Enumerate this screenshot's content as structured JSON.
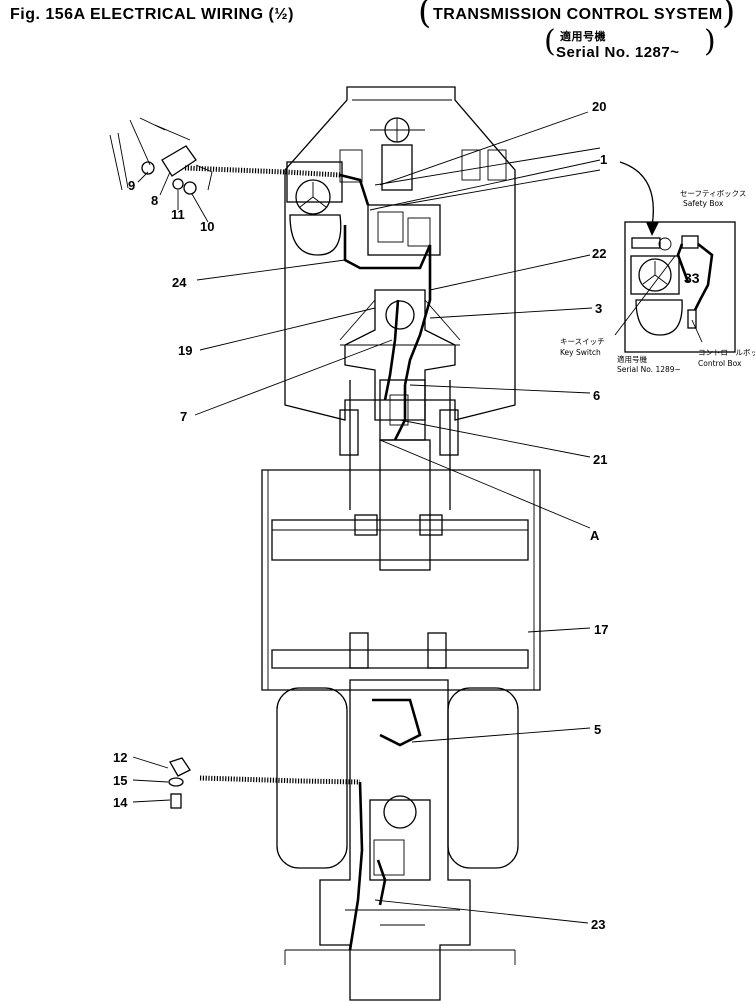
{
  "header": {
    "figure_title": "Fig. 156A  ELECTRICAL  WIRING  (½)",
    "system_title": "TRANSMISSION CONTROL SYSTEM",
    "applicable_label_jp": "適用号機",
    "serial_range": "Serial No. 1287~"
  },
  "callouts": [
    "20",
    "1",
    "22",
    "3",
    "6",
    "21",
    "A",
    "17",
    "5",
    "23",
    "9",
    "8",
    "11",
    "10",
    "24",
    "19",
    "7",
    "12",
    "15",
    "14"
  ],
  "inset": {
    "safety_box_jp": "セーフティボックス",
    "safety_box": "Safety Box",
    "key_switch_jp": "キースイッチ",
    "key_switch": "Key Switch",
    "applicable_jp": "適用号機",
    "serial": "Serial No. 1289~",
    "control_box_jp": "コントロールボックス",
    "control_box": "Control Box",
    "part_number": "33"
  }
}
